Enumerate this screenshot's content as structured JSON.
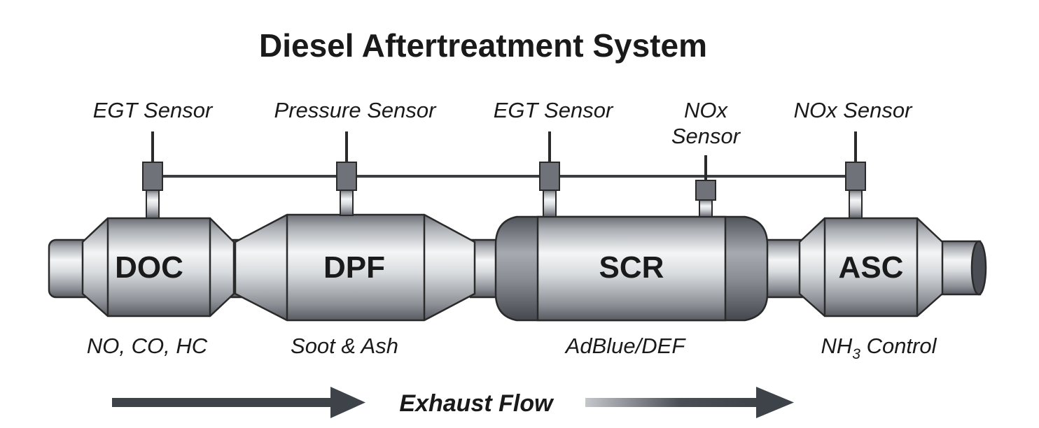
{
  "title": "Diesel Aftertreatment System",
  "sensors": [
    {
      "label": "EGT Sensor"
    },
    {
      "label": "Pressure Sensor"
    },
    {
      "label": "EGT Sensor"
    },
    {
      "label_line1": "NOx",
      "label_line2": "Sensor"
    },
    {
      "label": "NOx Sensor"
    }
  ],
  "units": [
    {
      "name": "DOC",
      "function": "NO, CO, HC"
    },
    {
      "name": "DPF",
      "function": "Soot & Ash"
    },
    {
      "name": "SCR",
      "function": "AdBlue/DEF"
    },
    {
      "name": "ASC",
      "function_prefix": "NH",
      "function_sub": "3",
      "function_suffix": " Control"
    }
  ],
  "flow": {
    "label": "Exhaust Flow"
  },
  "colors": {
    "metal_dark": "#5d6167",
    "metal_light": "#f2f3f4",
    "text": "#1a1a1a",
    "arrow": "#3e434a"
  }
}
